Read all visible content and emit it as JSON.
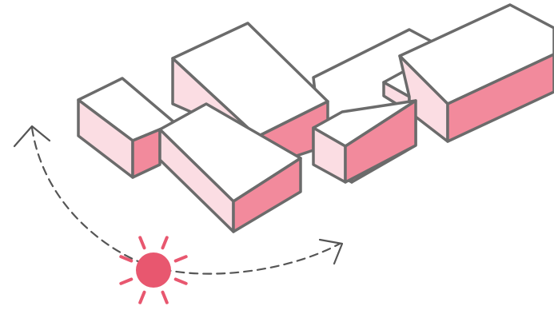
{
  "colors": {
    "roof": "#ffffff",
    "sunlit_face": "#fbdde3",
    "shaded_face": "#f28a9c",
    "outline": "#6b6b6b",
    "sun": "#e8576f",
    "sun_path": "#555555"
  },
  "diagram": {
    "subject": "massing-blocks",
    "blocks": [
      {
        "id": "block-a",
        "faces": [
          "roof",
          "left",
          "right"
        ]
      },
      {
        "id": "block-b",
        "faces": [
          "roof",
          "left",
          "right"
        ]
      },
      {
        "id": "block-c",
        "faces": [
          "roof",
          "left",
          "right"
        ]
      },
      {
        "id": "block-d",
        "faces": [
          "roof",
          "left",
          "right"
        ]
      },
      {
        "id": "block-e",
        "faces": [
          "roof",
          "left",
          "right"
        ]
      },
      {
        "id": "block-f",
        "faces": [
          "roof",
          "left",
          "right"
        ]
      }
    ],
    "sun": {
      "icon": "sun-icon",
      "ray_count": 8
    },
    "sun_path": {
      "icon": "dashed-arc-arrow",
      "arrowheads": 2
    }
  }
}
